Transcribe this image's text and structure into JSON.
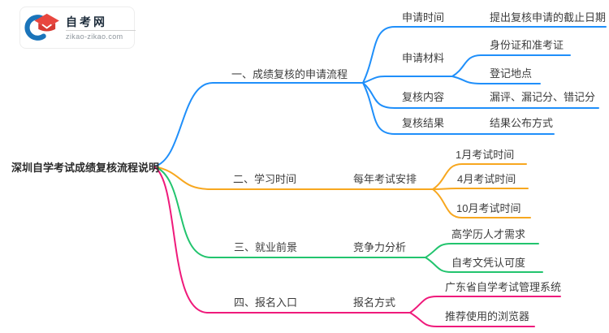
{
  "logo": {
    "title": "自考网",
    "domain": "zikao-zikao.com",
    "colors": {
      "crescent": "#1a74ba",
      "cap": "#e8463f",
      "cap_dark": "#d63a33"
    }
  },
  "root": {
    "label": "深圳自学考试成绩复核流程说明"
  },
  "branches": [
    {
      "label": "一、成绩复核的申请流程",
      "color": "#1f8ffa",
      "children": [
        {
          "label": "申请时间",
          "children": [
            {
              "label": "提出复核申请的截止日期"
            }
          ]
        },
        {
          "label": "申请材料",
          "children": [
            {
              "label": "身份证和准考证"
            },
            {
              "label": "登记地点"
            }
          ]
        },
        {
          "label": "复核内容",
          "children": [
            {
              "label": "漏评、漏记分、错记分"
            }
          ]
        },
        {
          "label": "复核结果",
          "children": [
            {
              "label": "结果公布方式"
            }
          ]
        }
      ]
    },
    {
      "label": "二、学习时间",
      "color": "#f7a71f",
      "children": [
        {
          "label": "每年考试安排",
          "children": [
            {
              "label": "1月考试时间"
            },
            {
              "label": "4月考试时间"
            },
            {
              "label": "10月考试时间"
            }
          ]
        }
      ]
    },
    {
      "label": "三、就业前景",
      "color": "#22c46e",
      "children": [
        {
          "label": "竞争力分析",
          "children": [
            {
              "label": "高学历人才需求"
            },
            {
              "label": "自考文凭认可度"
            }
          ]
        }
      ]
    },
    {
      "label": "四、报名入口",
      "color": "#ef1a7b",
      "children": [
        {
          "label": "报名方式",
          "children": [
            {
              "label": "广东省自学考试管理系统"
            },
            {
              "label": "推荐使用的浏览器"
            }
          ]
        }
      ]
    }
  ]
}
